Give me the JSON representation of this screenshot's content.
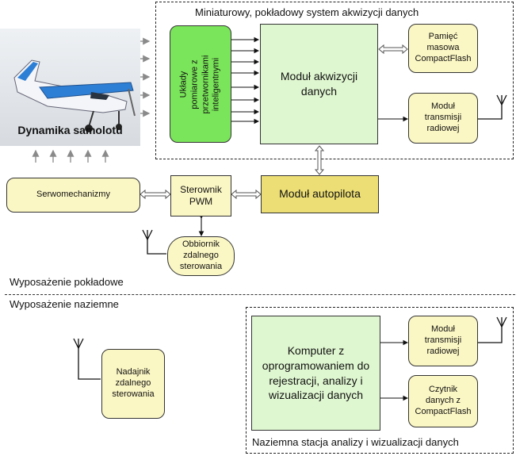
{
  "onboard_system": {
    "title": "Miniaturowy, pokładowy system akwizycji danych",
    "sensors": "Układy pomiarowe z przetwornikami inteligentnymi",
    "acquisition": "Moduł akwizycji danych",
    "storage": "Pamięć masowa CompactFlash",
    "radio": "Moduł transmisji radiowej"
  },
  "photo": {
    "caption": "Dynamika samolotu"
  },
  "servo": "Serwomechanizmy",
  "pwm": "Sterownik PWM",
  "autopilot": "Moduł autopilota",
  "receiver": "Obbiornik zdalnego sterowania",
  "section_onboard": "Wyposażenie pokładowe",
  "section_ground": "Wyposażenie naziemne",
  "transmitter": "Nadajnik zdalnego sterowania",
  "ground_station": {
    "title": "Naziemna stacja analizy i wizualizacji danych",
    "computer": "Komputer z oprogramowaniem do rejestracji, analizy i wizualizacji danych",
    "radio": "Moduł transmisji radiowej",
    "reader": "Czytnik danych z CompactFlash"
  },
  "colors": {
    "green": "#7ae55a",
    "green_light": "#dff7d0",
    "yellow": "#fbf7c4",
    "yellow_dark": "#ecde74"
  }
}
